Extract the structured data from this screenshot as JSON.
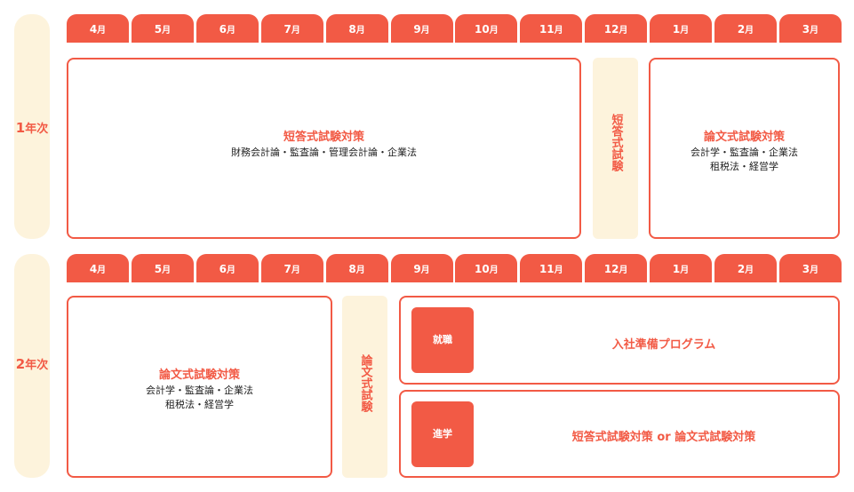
{
  "months": [
    "4",
    "5",
    "6",
    "7",
    "8",
    "9",
    "10",
    "11",
    "12",
    "1",
    "2",
    "3"
  ],
  "month_suffix": "月",
  "year1": {
    "label_num": "1",
    "label_suffix": "年次",
    "box_left": {
      "title": "短答式試験対策",
      "sub1": "財務会計論・監査論・管理会計論・企業法"
    },
    "exam_vertical": "短答式試験",
    "box_right": {
      "title": "論文式試験対策",
      "sub1": "会計学・監査論・企業法",
      "sub2": "租税法・経営学"
    }
  },
  "year2": {
    "label_num": "2",
    "label_suffix": "年次",
    "box_left": {
      "title": "論文式試験対策",
      "sub1": "会計学・監査論・企業法",
      "sub2": "租税法・経営学"
    },
    "exam_vertical": "論文式試験",
    "path_job": {
      "tag": "就職",
      "title": "入社準備プログラム"
    },
    "path_study": {
      "tag": "進学",
      "title": "短答式試験対策 or 論文式試験対策"
    }
  },
  "colors": {
    "accent": "#f25a45",
    "cream": "#fdf3dc"
  }
}
